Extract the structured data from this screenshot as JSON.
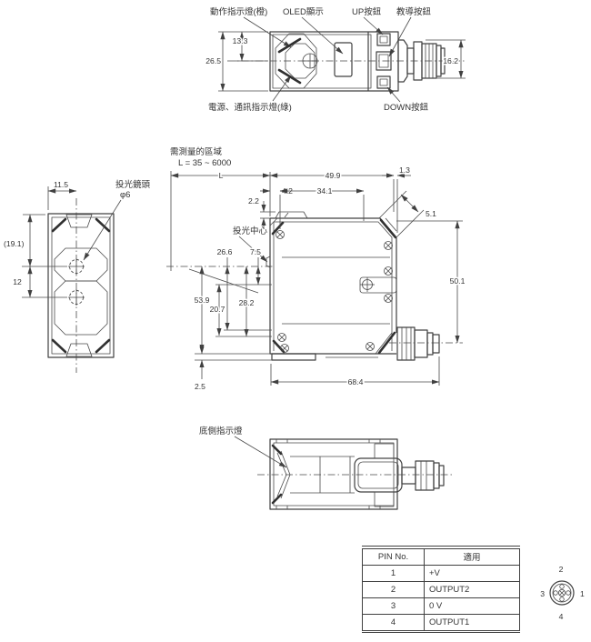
{
  "colors": {
    "line": "#404040",
    "text": "#333333",
    "background": "#ffffff"
  },
  "top_view": {
    "labels": {
      "operation_indicator": "動作指示燈(橙)",
      "oled_display": "OLED顯示",
      "up_button": "UP按鈕",
      "teach_button": "教導按鈕",
      "power_comm_indicator": "電源、通訊指示燈(綠)",
      "down_button": "DOWN按鈕"
    },
    "dims": {
      "top_to_center": "13.3",
      "body_height": "26.5",
      "connector_height": "16.2"
    }
  },
  "front_view": {
    "labels": {
      "emitter_lens": "投光鏡頭",
      "lens_diameter": "φ6"
    },
    "dims": {
      "edge_to_center": "11.5",
      "top_to_upper_lens": "(19.1)",
      "lens_pitch": "12"
    }
  },
  "side_view": {
    "labels": {
      "measuring_region": "需測量的區域",
      "measuring_range": "L = 35 ~ 6000",
      "emission_center": "投光中心"
    },
    "dims": {
      "distance": "L",
      "top_width": "49.9",
      "edge_offset": "1.3",
      "front_offset": "4.2",
      "hole_pitch": "34.1",
      "tab_height": "2.2",
      "chamfer": "5.1",
      "axis_to_lower_hole": "26.6",
      "axis_to_upper_hole": "7.5",
      "total_height": "50.1",
      "axis_to_bottom": "53.9",
      "hole_to_bottom_a": "20.7",
      "hole_to_bottom_b": "28.2",
      "base_height": "2.5",
      "body_width": "68.4"
    }
  },
  "bottom_view": {
    "labels": {
      "bottom_indicator": "底側指示燈"
    }
  },
  "pin_table": {
    "headers": [
      "PIN No.",
      "適用"
    ],
    "rows": [
      [
        "1",
        "+V"
      ],
      [
        "2",
        "OUTPUT2"
      ],
      [
        "3",
        "0 V"
      ],
      [
        "4",
        "OUTPUT1"
      ]
    ]
  },
  "connector_diagram": {
    "pin_top": "2",
    "pin_right": "1",
    "pin_left": "3",
    "pin_bottom": "4"
  }
}
